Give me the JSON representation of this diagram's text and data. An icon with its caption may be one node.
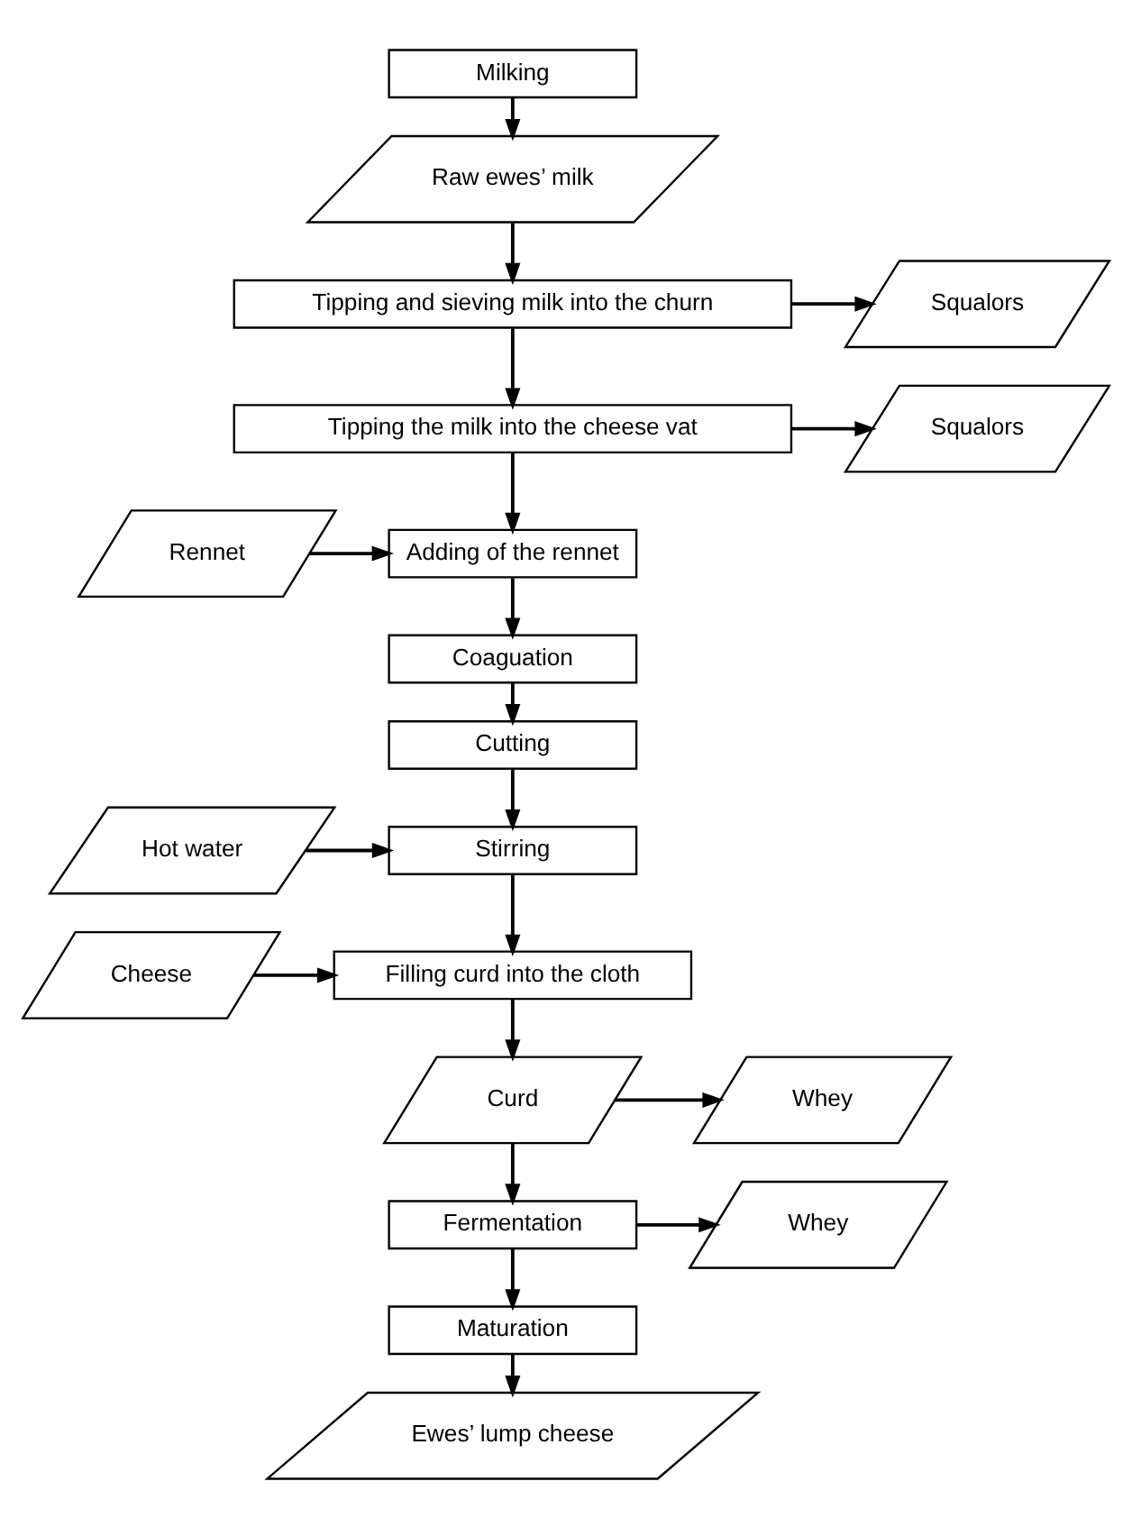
{
  "diagram": {
    "nodes": [
      {
        "text": [
          "Milking"
        ]
      },
      {
        "text": [
          "Raw ewes’ milk"
        ]
      },
      {
        "text": [
          "Squalors"
        ]
      },
      {
        "text": [
          "Tipping and sieving milk into the churn"
        ]
      },
      {
        "text": [
          "Squalors"
        ]
      },
      {
        "text": [
          "Tipping the milk into the cheese vat"
        ]
      },
      {
        "text": [
          "Rennet"
        ]
      },
      {
        "text": [
          "Adding of the rennet"
        ]
      },
      {
        "text": [
          "Coaguation"
        ]
      },
      {
        "text": [
          "Cutting"
        ]
      },
      {
        "text": [
          "Hot water"
        ]
      },
      {
        "text": [
          "Stirring"
        ]
      },
      {
        "text": [
          "Cheese"
        ]
      },
      {
        "text": [
          "Filling curd into the cloth"
        ]
      },
      {
        "text": [
          "Whey"
        ]
      },
      {
        "text": [
          "Curd"
        ]
      },
      {
        "text": [
          "Whey"
        ]
      },
      {
        "text": [
          "Fermentation"
        ]
      },
      {
        "text": [
          "Maturation"
        ]
      },
      {
        "text": [
          "Ewes’ lump cheese"
        ]
      }
    ],
    "edges": [
      {
        "from": 0,
        "to": 1,
        "arrow": "to"
      },
      {
        "from": 1,
        "to": 3,
        "arrow": "to"
      },
      {
        "from": 3,
        "to": 2,
        "arrow": "to"
      },
      {
        "from": 3,
        "to": 5,
        "arrow": "to"
      },
      {
        "from": 5,
        "to": 4,
        "arrow": "to"
      },
      {
        "from": 5,
        "to": 7,
        "arrow": "to"
      },
      {
        "from": 6,
        "to": 7,
        "arrow": "to"
      },
      {
        "from": 7,
        "to": 8,
        "arrow": "to"
      },
      {
        "from": 8,
        "to": 9,
        "arrow": "to"
      },
      {
        "from": 9,
        "to": 11,
        "arrow": "to"
      },
      {
        "from": 10,
        "to": 11,
        "arrow": "to"
      },
      {
        "from": 11,
        "to": 13,
        "arrow": "to"
      },
      {
        "from": 12,
        "to": 13,
        "arrow": "to"
      },
      {
        "from": 13,
        "to": 15,
        "arrow": "to"
      },
      {
        "from": 15,
        "to": 14,
        "arrow": "to"
      },
      {
        "from": 15,
        "to": 17,
        "arrow": "to"
      },
      {
        "from": 17,
        "to": 16,
        "arrow": "to"
      },
      {
        "from": 17,
        "to": 18,
        "arrow": "to"
      },
      {
        "from": 18,
        "to": 19,
        "arrow": "to"
      }
    ]
  }
}
